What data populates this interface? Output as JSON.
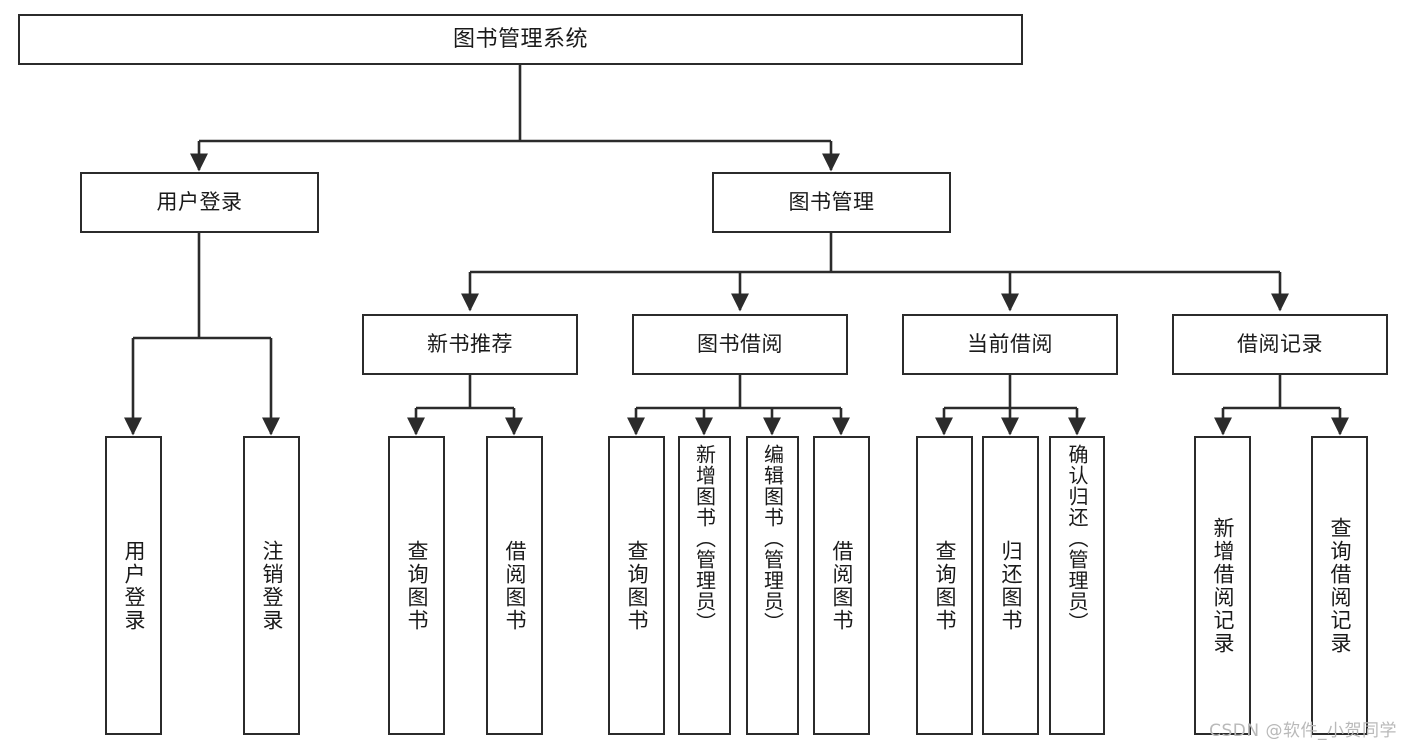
{
  "diagram": {
    "title": "图书管理系统",
    "type": "tree",
    "watermark": "CSDN @软件_小贺同学",
    "colors": {
      "stroke": "#2b2b2b",
      "fill": "#ffffff",
      "text": "#1a1a1a",
      "watermark": "#b9b9b9"
    },
    "levels": {
      "root": "图书管理系统",
      "level1": [
        "用户登录",
        "图书管理"
      ],
      "level2": [
        "新书推荐",
        "图书借阅",
        "当前借阅",
        "借阅记录"
      ],
      "leaves": [
        "用户登录",
        "注销登录",
        "查询图书",
        "借阅图书",
        "查询图书",
        "新增图书（管理员）",
        "编辑图书（管理员）",
        "借阅图书",
        "查询图书",
        "归还图书",
        "确认归还（管理员）",
        "新增借阅记录",
        "查询借阅记录"
      ]
    },
    "nodes": {
      "root": {
        "label": "图书管理系统"
      },
      "user_login": {
        "label": "用户登录"
      },
      "book_manage": {
        "label": "图书管理"
      },
      "new_book_rec": {
        "label": "新书推荐"
      },
      "book_borrow": {
        "label": "图书借阅"
      },
      "current_borrow": {
        "label": "当前借阅"
      },
      "borrow_record": {
        "label": "借阅记录"
      },
      "leaf_user_login": {
        "label": "用户登录"
      },
      "leaf_logout": {
        "label": "注销登录"
      },
      "leaf_query_book_1": {
        "label": "查询图书"
      },
      "leaf_borrow_book_1": {
        "label": "借阅图书"
      },
      "leaf_query_book_2": {
        "label": "查询图书"
      },
      "leaf_add_book": {
        "label": "新增图书（管理员）"
      },
      "leaf_edit_book": {
        "label": "编辑图书（管理员）"
      },
      "leaf_borrow_book_2": {
        "label": "借阅图书"
      },
      "leaf_query_book_3": {
        "label": "查询图书"
      },
      "leaf_return_book": {
        "label": "归还图书"
      },
      "leaf_confirm_return": {
        "label": "确认归还（管理员）"
      },
      "leaf_add_record": {
        "label": "新增借阅记录"
      },
      "leaf_query_record": {
        "label": "查询借阅记录"
      }
    },
    "edges": [
      {
        "from": "root",
        "to": "user_login"
      },
      {
        "from": "root",
        "to": "book_manage"
      },
      {
        "from": "user_login",
        "to": "leaf_user_login"
      },
      {
        "from": "user_login",
        "to": "leaf_logout"
      },
      {
        "from": "book_manage",
        "to": "new_book_rec"
      },
      {
        "from": "book_manage",
        "to": "book_borrow"
      },
      {
        "from": "book_manage",
        "to": "current_borrow"
      },
      {
        "from": "book_manage",
        "to": "borrow_record"
      },
      {
        "from": "new_book_rec",
        "to": "leaf_query_book_1"
      },
      {
        "from": "new_book_rec",
        "to": "leaf_borrow_book_1"
      },
      {
        "from": "book_borrow",
        "to": "leaf_query_book_2"
      },
      {
        "from": "book_borrow",
        "to": "leaf_add_book"
      },
      {
        "from": "book_borrow",
        "to": "leaf_edit_book"
      },
      {
        "from": "book_borrow",
        "to": "leaf_borrow_book_2"
      },
      {
        "from": "current_borrow",
        "to": "leaf_query_book_3"
      },
      {
        "from": "current_borrow",
        "to": "leaf_return_book"
      },
      {
        "from": "current_borrow",
        "to": "leaf_confirm_return"
      },
      {
        "from": "borrow_record",
        "to": "leaf_add_record"
      },
      {
        "from": "borrow_record",
        "to": "leaf_query_record"
      }
    ]
  }
}
